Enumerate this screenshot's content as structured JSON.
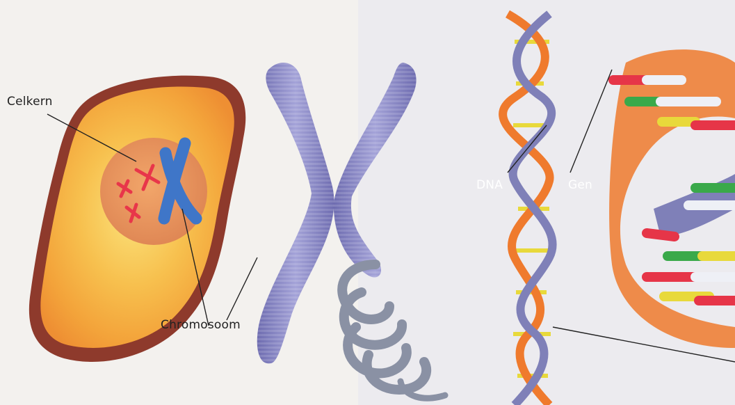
{
  "labels": {
    "celkern": "Celkern",
    "chromosoom": "Chromosoom",
    "dna": "DNA",
    "gen": "Gen"
  },
  "colors": {
    "page_background": "#f3f1ee",
    "cell_membrane": "#8e3a2c",
    "cell_outer": "#f0a63a",
    "cell_inner": "#f6c659",
    "nucleus": "#e4915a",
    "chromosome_blue": "#3f76c8",
    "chromosome_red": "#e8364a",
    "chromosome_purple": "#8a88c6",
    "chromatin_grey": "#8a91a4",
    "dna_orange": "#ef7a2d",
    "dna_purple": "#7f80b8",
    "gen_red": "#e63548",
    "gen_green": "#3aa94a",
    "gen_yellow": "#e8d93b",
    "gen_white": "#eef0f6"
  }
}
